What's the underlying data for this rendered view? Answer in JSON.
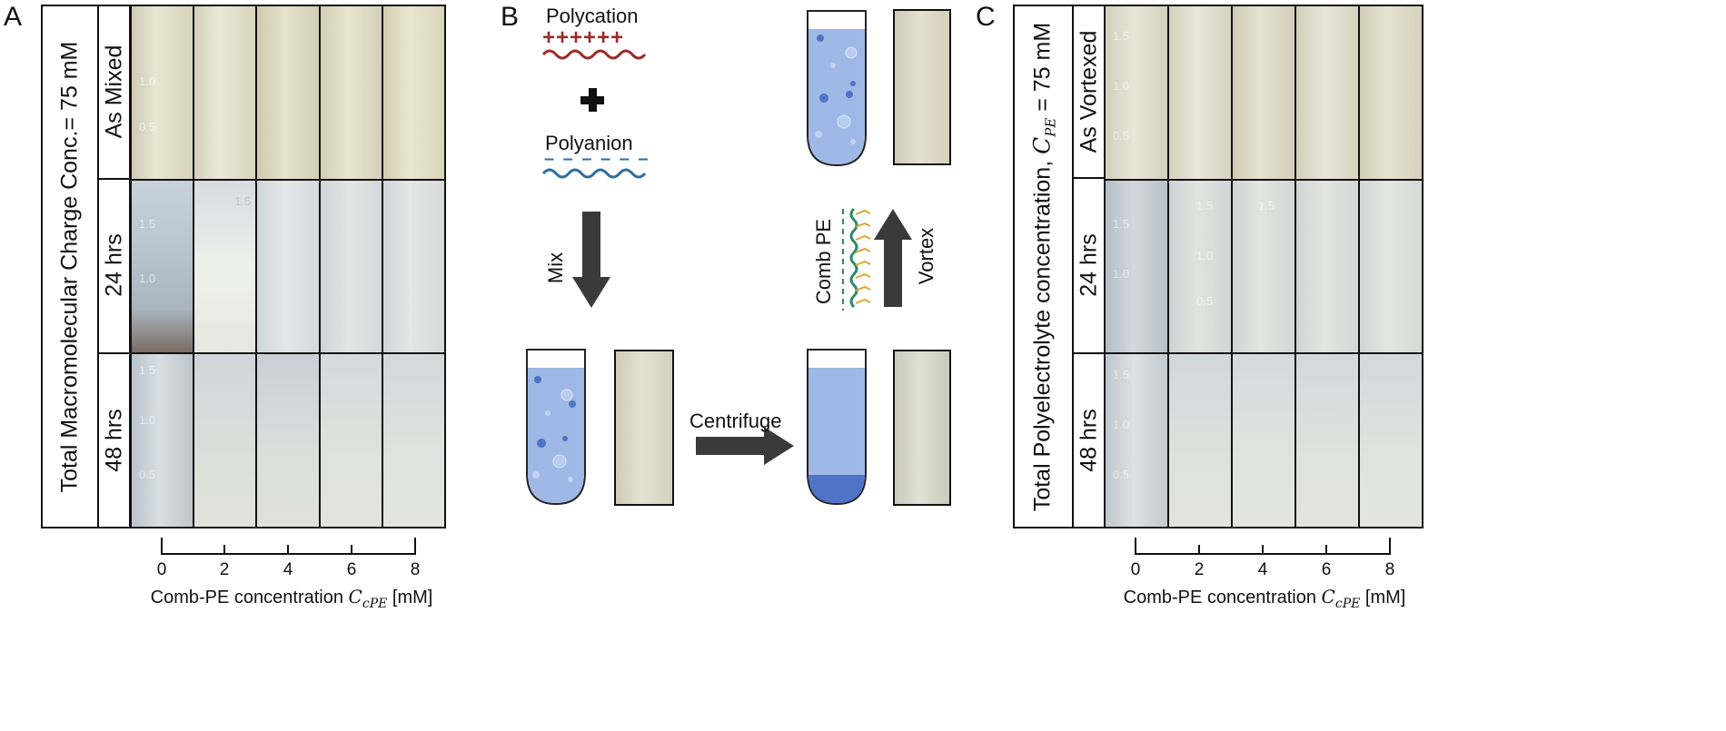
{
  "panel_a": {
    "letter": "A",
    "ylabel": "Total Macromolecular Charge Conc.= 75 mM",
    "rows": [
      "As Mixed",
      "24 hrs",
      "48 hrs"
    ],
    "ticks": [
      "0",
      "2",
      "4",
      "6",
      "8"
    ],
    "xlabel_prefix": "Comb-PE concentration ",
    "xlabel_var": "C",
    "xlabel_sub": "cPE",
    "xlabel_unit": " [mM]"
  },
  "panel_b": {
    "letter": "B",
    "polycation": "Polycation",
    "polyanion": "Polyanion",
    "mix": "Mix",
    "centrifuge": "Centrifuge",
    "comb_pe": "Comb PE",
    "vortex": "Vortex",
    "charge_plus": "++++++",
    "charge_minus": "– – – – – –"
  },
  "panel_c": {
    "letter": "C",
    "ylabel_prefix": "Total Polyelectrolyte  concentration, ",
    "ylabel_var": "C",
    "ylabel_sub": "PE",
    "ylabel_suffix": " = 75 mM",
    "rows": [
      "As Vortexed",
      "24 hrs",
      "48 hrs"
    ],
    "ticks": [
      "0",
      "2",
      "4",
      "6",
      "8"
    ],
    "xlabel_prefix": "Comb-PE concentration ",
    "xlabel_var": "C",
    "xlabel_sub": "cPE",
    "xlabel_unit": " [mM]"
  },
  "colors": {
    "polycation": "#9b2b2b",
    "polyanion": "#2f6f9f",
    "liquid": "#9fb8e6",
    "sediment": "#4f74c6",
    "arrow": "#3a3a3a",
    "comb_backbone": "#2e8b6e",
    "comb_side": "#e4a531"
  }
}
